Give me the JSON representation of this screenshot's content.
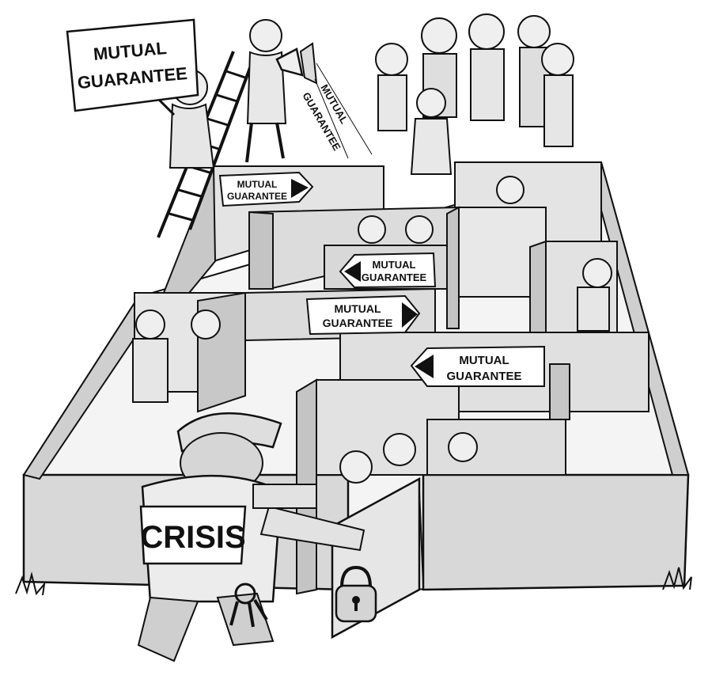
{
  "colors": {
    "ink": "#111111",
    "wall_light": "#e4e4e4",
    "wall_mid": "#cfcfcf",
    "wall_dark": "#bdbdbd",
    "floor": "#f4f4f4"
  },
  "board": {
    "line1": "MUTUAL",
    "line2": "GUARANTEE"
  },
  "megaphone_text": {
    "line1": "MUTUAL",
    "line2": "GUARANTEE"
  },
  "signs": [
    {
      "line1": "MUTUAL",
      "line2": "GUARANTEE",
      "arrow": "right"
    },
    {
      "line1": "MUTUAL",
      "line2": "GUARANTEE",
      "arrow": "left"
    },
    {
      "line1": "MUTUAL",
      "line2": "GUARANTEE",
      "arrow": "right"
    },
    {
      "line1": "MUTUAL",
      "line2": "GUARANTEE",
      "arrow": "left"
    }
  ],
  "vest_text": "CRISIS",
  "icons": [
    "ladder-icon",
    "megaphone-icon",
    "padlock-icon",
    "key-ring-icon",
    "shrub-icon"
  ]
}
